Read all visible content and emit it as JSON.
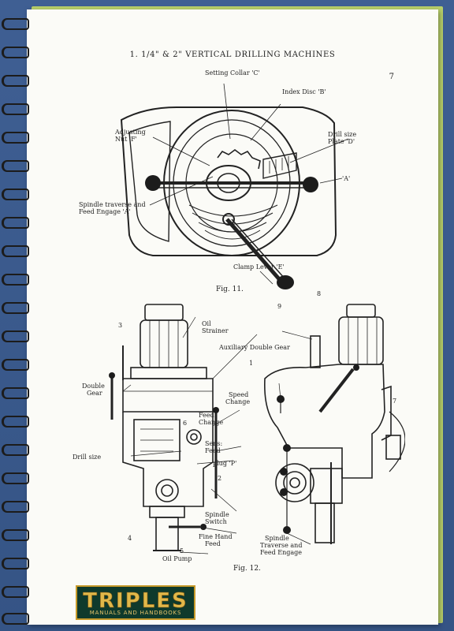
{
  "document": {
    "header": "1. 1/4\" & 2\" VERTICAL DRILLING MACHINES",
    "page_number": "7"
  },
  "figure1": {
    "caption": "Fig. 11.",
    "labels": {
      "setting_collar": "Setting Collar 'C'",
      "index_disc": "Index Disc 'B'",
      "adjusting_nut_1": "Adjusting",
      "adjusting_nut_2": "Nut 'F'",
      "drill_size_plate_1": "Drill size",
      "drill_size_plate_2": "Plate 'D'",
      "a_label": "'A'",
      "spindle_traverse_1": "Spindle traverse and",
      "spindle_traverse_2": "Feed Engage 'A'",
      "clamp_lever": "Clamp Lever 'E'"
    }
  },
  "figure2": {
    "caption": "Fig. 12.",
    "labels": {
      "oil_strainer_1": "Oil",
      "oil_strainer_2": "Strainer",
      "auxiliary_gear": "Auxiliary Double Gear",
      "double_gear_1": "Double",
      "double_gear_2": "Gear",
      "speed_change_1": "Speed",
      "speed_change_2": "Change",
      "feed_change_1": "Feed",
      "feed_change_2": "Change",
      "sens_feed_1": "Sens:",
      "sens_feed_2": "Feed",
      "drill_size": "Drill size",
      "plug_p": "plug 'P'",
      "spindle_switch_1": "Spindle",
      "spindle_switch_2": "Switch",
      "fine_hand_feed_1": "Fine Hand",
      "fine_hand_feed_2": "Feed",
      "oil_pump": "Oil Pump",
      "spindle_traverse_1": "Spindle",
      "spindle_traverse_2": "Traverse and",
      "spindle_traverse_3": "Feed Engage",
      "num_1": "1",
      "num_2": "2",
      "num_3": "3",
      "num_4": "4",
      "num_5": "5",
      "num_6": "6",
      "num_7": "7",
      "num_8": "8",
      "num_9": "9"
    }
  },
  "logo": {
    "title": "TRIPLES",
    "subtitle": "MANUALS AND HANDBOOKS"
  }
}
